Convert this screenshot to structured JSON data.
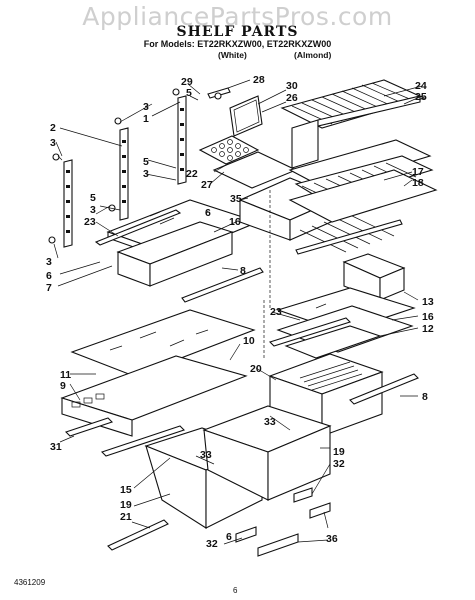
{
  "watermark": "AppliancePartsPros.com",
  "title": "SHELF PARTS",
  "models": "For Models: ET22RKXZW00, ET22RKXZW00",
  "color_white": "(White)",
  "color_almond": "(Almond)",
  "doc_number": "4361209",
  "page_number": "6",
  "callouts": [
    "29",
    "5",
    "28",
    "30",
    "26",
    "24",
    "25",
    "3",
    "1",
    "2",
    "3",
    "5",
    "22",
    "27",
    "3",
    "35",
    "17",
    "18",
    "23",
    "6",
    "16",
    "5",
    "3",
    "3",
    "6",
    "7",
    "8",
    "13",
    "23",
    "16",
    "12",
    "10",
    "11",
    "9",
    "20",
    "8",
    "33",
    "33",
    "19",
    "32",
    "31",
    "15",
    "19",
    "21",
    "32",
    "36",
    "6"
  ]
}
